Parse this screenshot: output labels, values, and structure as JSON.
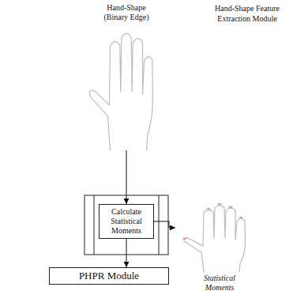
{
  "diagram": {
    "title": "Hand-Shape Feature Extraction Module",
    "nodes": [
      {
        "text": [
          "Hand-Shape (Binary Edge)"
        ]
      },
      {
        "text": [
          "Calculate Statistical Moments"
        ]
      },
      {
        "text": [
          "Statistical Moments"
        ]
      },
      {
        "text": [
          "PHPR Module"
        ]
      }
    ],
    "edges": [
      {
        "from": 0,
        "to": 1,
        "arrow": "to"
      },
      {
        "from": 1,
        "to": 2,
        "arrow": "to"
      },
      {
        "from": 1,
        "to": 3,
        "arrow": "to"
      }
    ]
  }
}
